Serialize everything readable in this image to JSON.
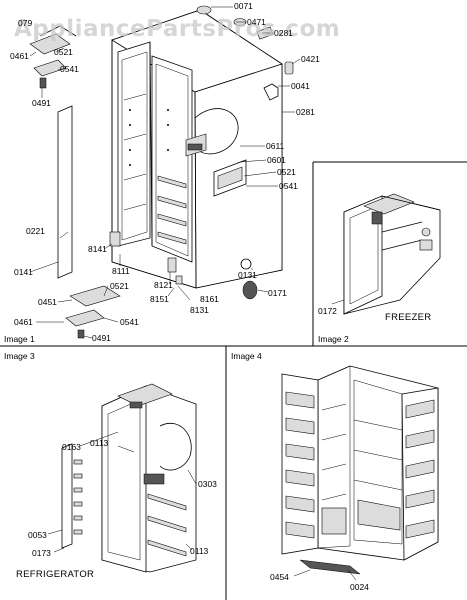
{
  "watermark": "AppliancePartsPros.com",
  "panels": {
    "image1": {
      "label": "Image 1"
    },
    "image2": {
      "label": "Image 2",
      "caption": "FREEZER"
    },
    "image3": {
      "label": "Image 3",
      "caption": "REFRIGERATOR"
    },
    "image4": {
      "label": "Image 4"
    }
  },
  "part_numbers": {
    "p0071": "0071",
    "p0471": "0471",
    "p0281top": "0281",
    "p0421": "0421",
    "p0041": "0041",
    "p0281": "0281",
    "p079x": "079",
    "p0461a": "0461",
    "p0521a": "0521",
    "p0541a": "0541",
    "p0491a": "0491",
    "p0611": "0611",
    "p0601": "0601",
    "p0521b": "0521",
    "p0541b": "0541",
    "p0221": "0221",
    "p8141": "8141",
    "p8111": "8111",
    "p0141": "0141",
    "p8121": "8121",
    "p0131": "0131",
    "p0451": "0451",
    "p0521c": "0521",
    "p8151": "8151",
    "p8161": "8161",
    "p0171": "0171",
    "p8131": "8131",
    "p0461b": "0461",
    "p0541c": "0541",
    "p0491b": "0491",
    "p0172": "0172",
    "p0163": "0163",
    "p0113a": "0113",
    "p0303": "0303",
    "p0053": "0053",
    "p0173": "0173",
    "p0113b": "0113",
    "p0454": "0454",
    "p0024": "0024"
  }
}
